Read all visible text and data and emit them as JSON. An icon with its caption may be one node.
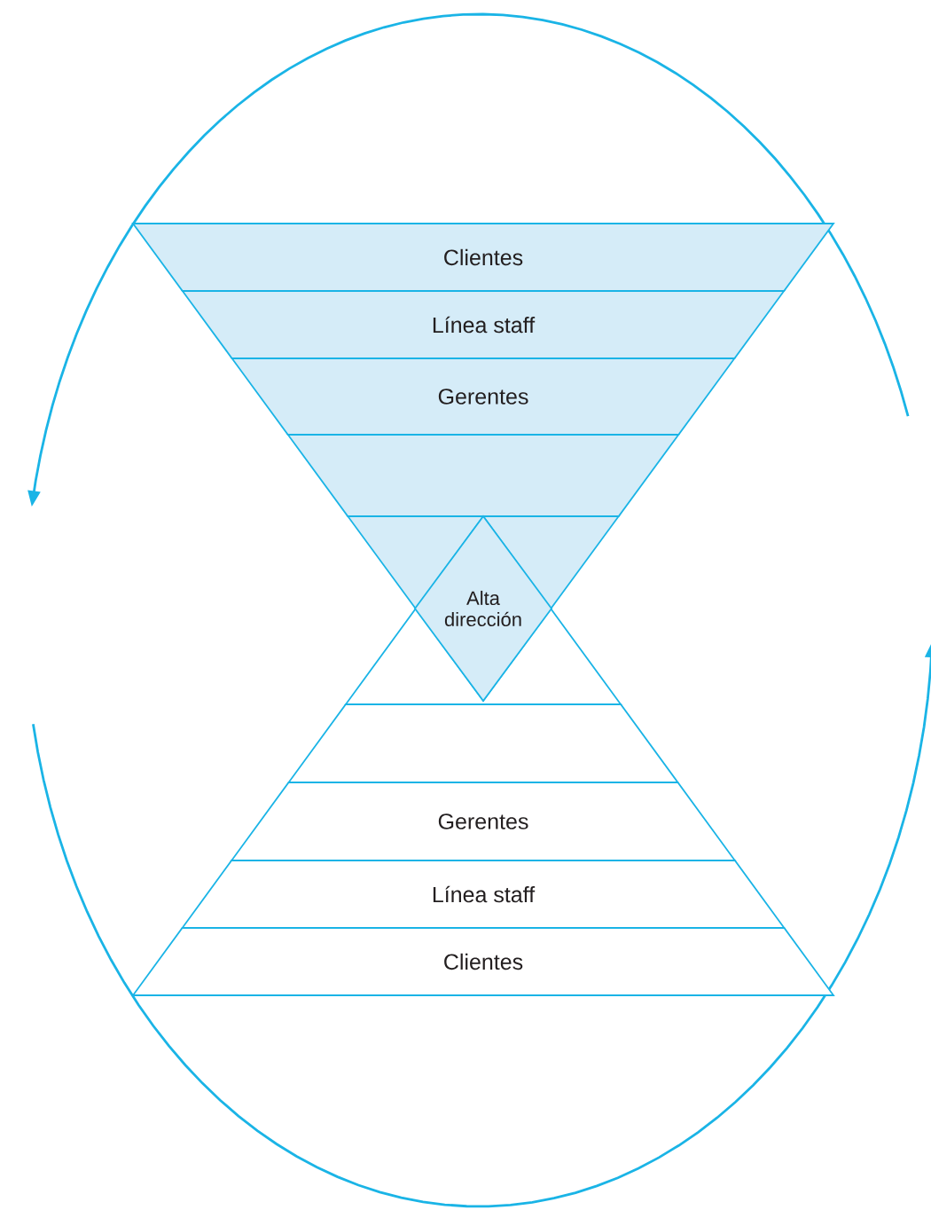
{
  "diagram": {
    "nodes": [
      {
        "text": [
          "Clientes"
        ]
      },
      {
        "text": [
          "Línea staff"
        ]
      },
      {
        "text": [
          "Gerentes"
        ]
      },
      {
        "text": [],
        "shape": "bar"
      },
      {
        "text": [
          "Alta dirección"
        ]
      },
      {
        "text": [],
        "shape": "bar"
      },
      {
        "text": [
          "Gerentes"
        ]
      },
      {
        "text": [
          "Línea staff"
        ]
      },
      {
        "text": [
          "Clientes"
        ]
      }
    ]
  }
}
